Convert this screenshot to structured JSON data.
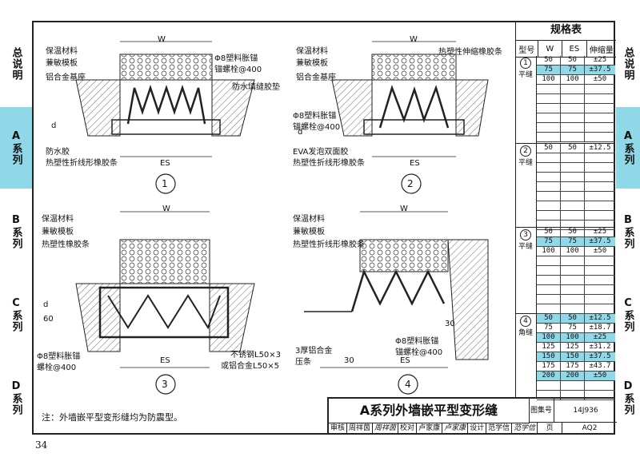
{
  "side_tabs_left": [
    {
      "label": "总说明",
      "active": false
    },
    {
      "label": "A系列",
      "active": true
    },
    {
      "label": "B系列",
      "active": false
    },
    {
      "label": "C系列",
      "active": false
    },
    {
      "label": "D系列",
      "active": false
    }
  ],
  "side_tabs_right": [
    {
      "label": "总说明",
      "active": false
    },
    {
      "label": "A系列",
      "active": true
    },
    {
      "label": "B系列",
      "active": false
    },
    {
      "label": "C系列",
      "active": false
    },
    {
      "label": "D系列",
      "active": false
    }
  ],
  "details": [
    {
      "no": "1",
      "labels": [
        "保温材料",
        "蒹敏模板",
        "铝合金基座",
        "Φ8塑料胀锚",
        "锚螺栓@400",
        "防水填缝胶垫",
        "防水胶",
        "热塑性折线形橡胶条"
      ],
      "dims": [
        "W",
        "ES",
        "d"
      ]
    },
    {
      "no": "2",
      "labels": [
        "保温材料",
        "蒹敏模板",
        "铝合金基座",
        "热塑性伸缩橡胶条",
        "Φ8塑料胀锚",
        "锚螺栓@400",
        "EVA发泡双面胶",
        "热塑性折线形橡胶条"
      ],
      "dims": [
        "W",
        "ES",
        "d"
      ]
    },
    {
      "no": "3",
      "labels": [
        "保温材料",
        "蒹敏模板",
        "热塑性橡胶条",
        "Φ8塑料胀锚",
        "螺栓@400",
        "不锈钢L50×3",
        "或铝合金L50×5"
      ],
      "dims": [
        "W",
        "ES",
        "d",
        "60"
      ]
    },
    {
      "no": "4",
      "labels": [
        "保温材料",
        "蒹敏模板",
        "热塑性折线形橡胶条",
        "Φ8塑料胀锚",
        "锚螺栓@400",
        "3厚铝合金",
        "压条"
      ],
      "dims": [
        "W",
        "ES",
        "30",
        "30"
      ]
    }
  ],
  "spec_table": {
    "title": "规格表",
    "headers": [
      "型号",
      "W",
      "ES",
      "伸缩量"
    ],
    "groups": [
      {
        "no": "1",
        "type": "平缝",
        "rows": [
          [
            "50",
            "50",
            "±25",
            false
          ],
          [
            "75",
            "75",
            "±37.5",
            true
          ],
          [
            "100",
            "100",
            "±50",
            false
          ]
        ]
      },
      {
        "no": "2",
        "type": "平缝",
        "rows": [
          [
            "50",
            "50",
            "±12.5",
            false
          ]
        ]
      },
      {
        "no": "3",
        "type": "平缝",
        "rows": [
          [
            "50",
            "50",
            "±25",
            false
          ],
          [
            "75",
            "75",
            "±37.5",
            true
          ],
          [
            "100",
            "100",
            "±50",
            false
          ]
        ]
      },
      {
        "no": "4",
        "type": "角缝",
        "rows": [
          [
            "50",
            "50",
            "±12.5",
            true
          ],
          [
            "75",
            "75",
            "±18.7",
            false
          ],
          [
            "100",
            "100",
            "±25",
            true
          ],
          [
            "125",
            "125",
            "±31.2",
            false
          ],
          [
            "150",
            "150",
            "±37.5",
            true
          ],
          [
            "175",
            "175",
            "±43.7",
            false
          ],
          [
            "200",
            "200",
            "±50",
            true
          ]
        ]
      }
    ]
  },
  "note": "注：外墙嵌平型变形缝均为防震型。",
  "title_block": {
    "title": "A系列外墙嵌平型变形缝",
    "atlas_label": "图集号",
    "atlas_no": "14J936",
    "page_label": "页",
    "page_no": "AQ2",
    "signs": [
      "审核",
      "周祥茵",
      "周祥茵",
      "校对",
      "卢家康",
      "卢家康",
      "设计",
      "范学信",
      "范学信"
    ]
  },
  "page_number": "34"
}
